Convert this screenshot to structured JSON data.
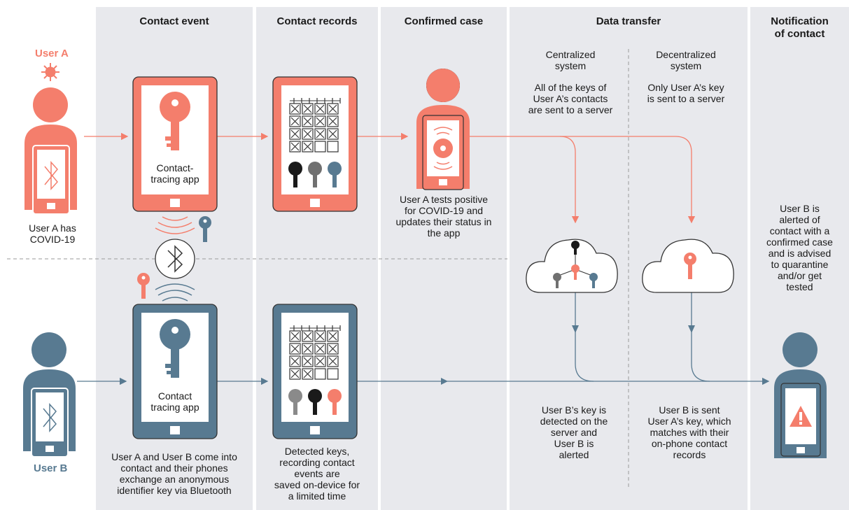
{
  "headers": {
    "contact_event": "Contact event",
    "contact_records": "Contact records",
    "confirmed_case": "Confirmed case",
    "data_transfer": "Data transfer",
    "notification_line1": "Notification",
    "notification_line2": "of contact"
  },
  "users": {
    "a": "User A",
    "b": "User B"
  },
  "captions": {
    "user_a_has_line1": "User A has",
    "user_a_has_line2": "COVID-19",
    "app_a_line1": "Contact-",
    "app_a_line2": "tracing app",
    "app_b_line1": "Contact",
    "app_b_line2": "tracing app",
    "exchange": [
      "User A and User B come into",
      "contact and their phones",
      "exchange an anonymous",
      "identifier key via Bluetooth"
    ],
    "detected": [
      "Detected keys,",
      "recording contact",
      "events are",
      "saved on-device for",
      "a limited time"
    ],
    "tests_positive": [
      "User A tests positive",
      "for COVID-19 and",
      "updates their status in",
      "the app"
    ],
    "centralized_title": [
      "Centralized",
      "system"
    ],
    "centralized_desc": [
      "All of the keys of",
      "User A’s contacts",
      "are sent to a server"
    ],
    "decentralized_title": [
      "Decentralized",
      "system"
    ],
    "decentralized_desc": [
      "Only User A’s key",
      "is sent to a server"
    ],
    "b_key_detected": [
      "User B’s key is",
      "detected on the",
      "server and",
      "User B is",
      "alerted"
    ],
    "b_is_sent": [
      "User B is sent",
      "User A’s key, which",
      "matches with their",
      "on-phone contact",
      "records"
    ],
    "b_alerted": [
      "User B is",
      "alerted of",
      "contact with a",
      "confirmed case",
      "and is advised",
      "to quarantine",
      "and/or get",
      "tested"
    ]
  },
  "colors": {
    "user_a": "#f47e6c",
    "user_b": "#587a91",
    "column_bg": "#e8e9ed",
    "text": "#1a1a1a"
  }
}
